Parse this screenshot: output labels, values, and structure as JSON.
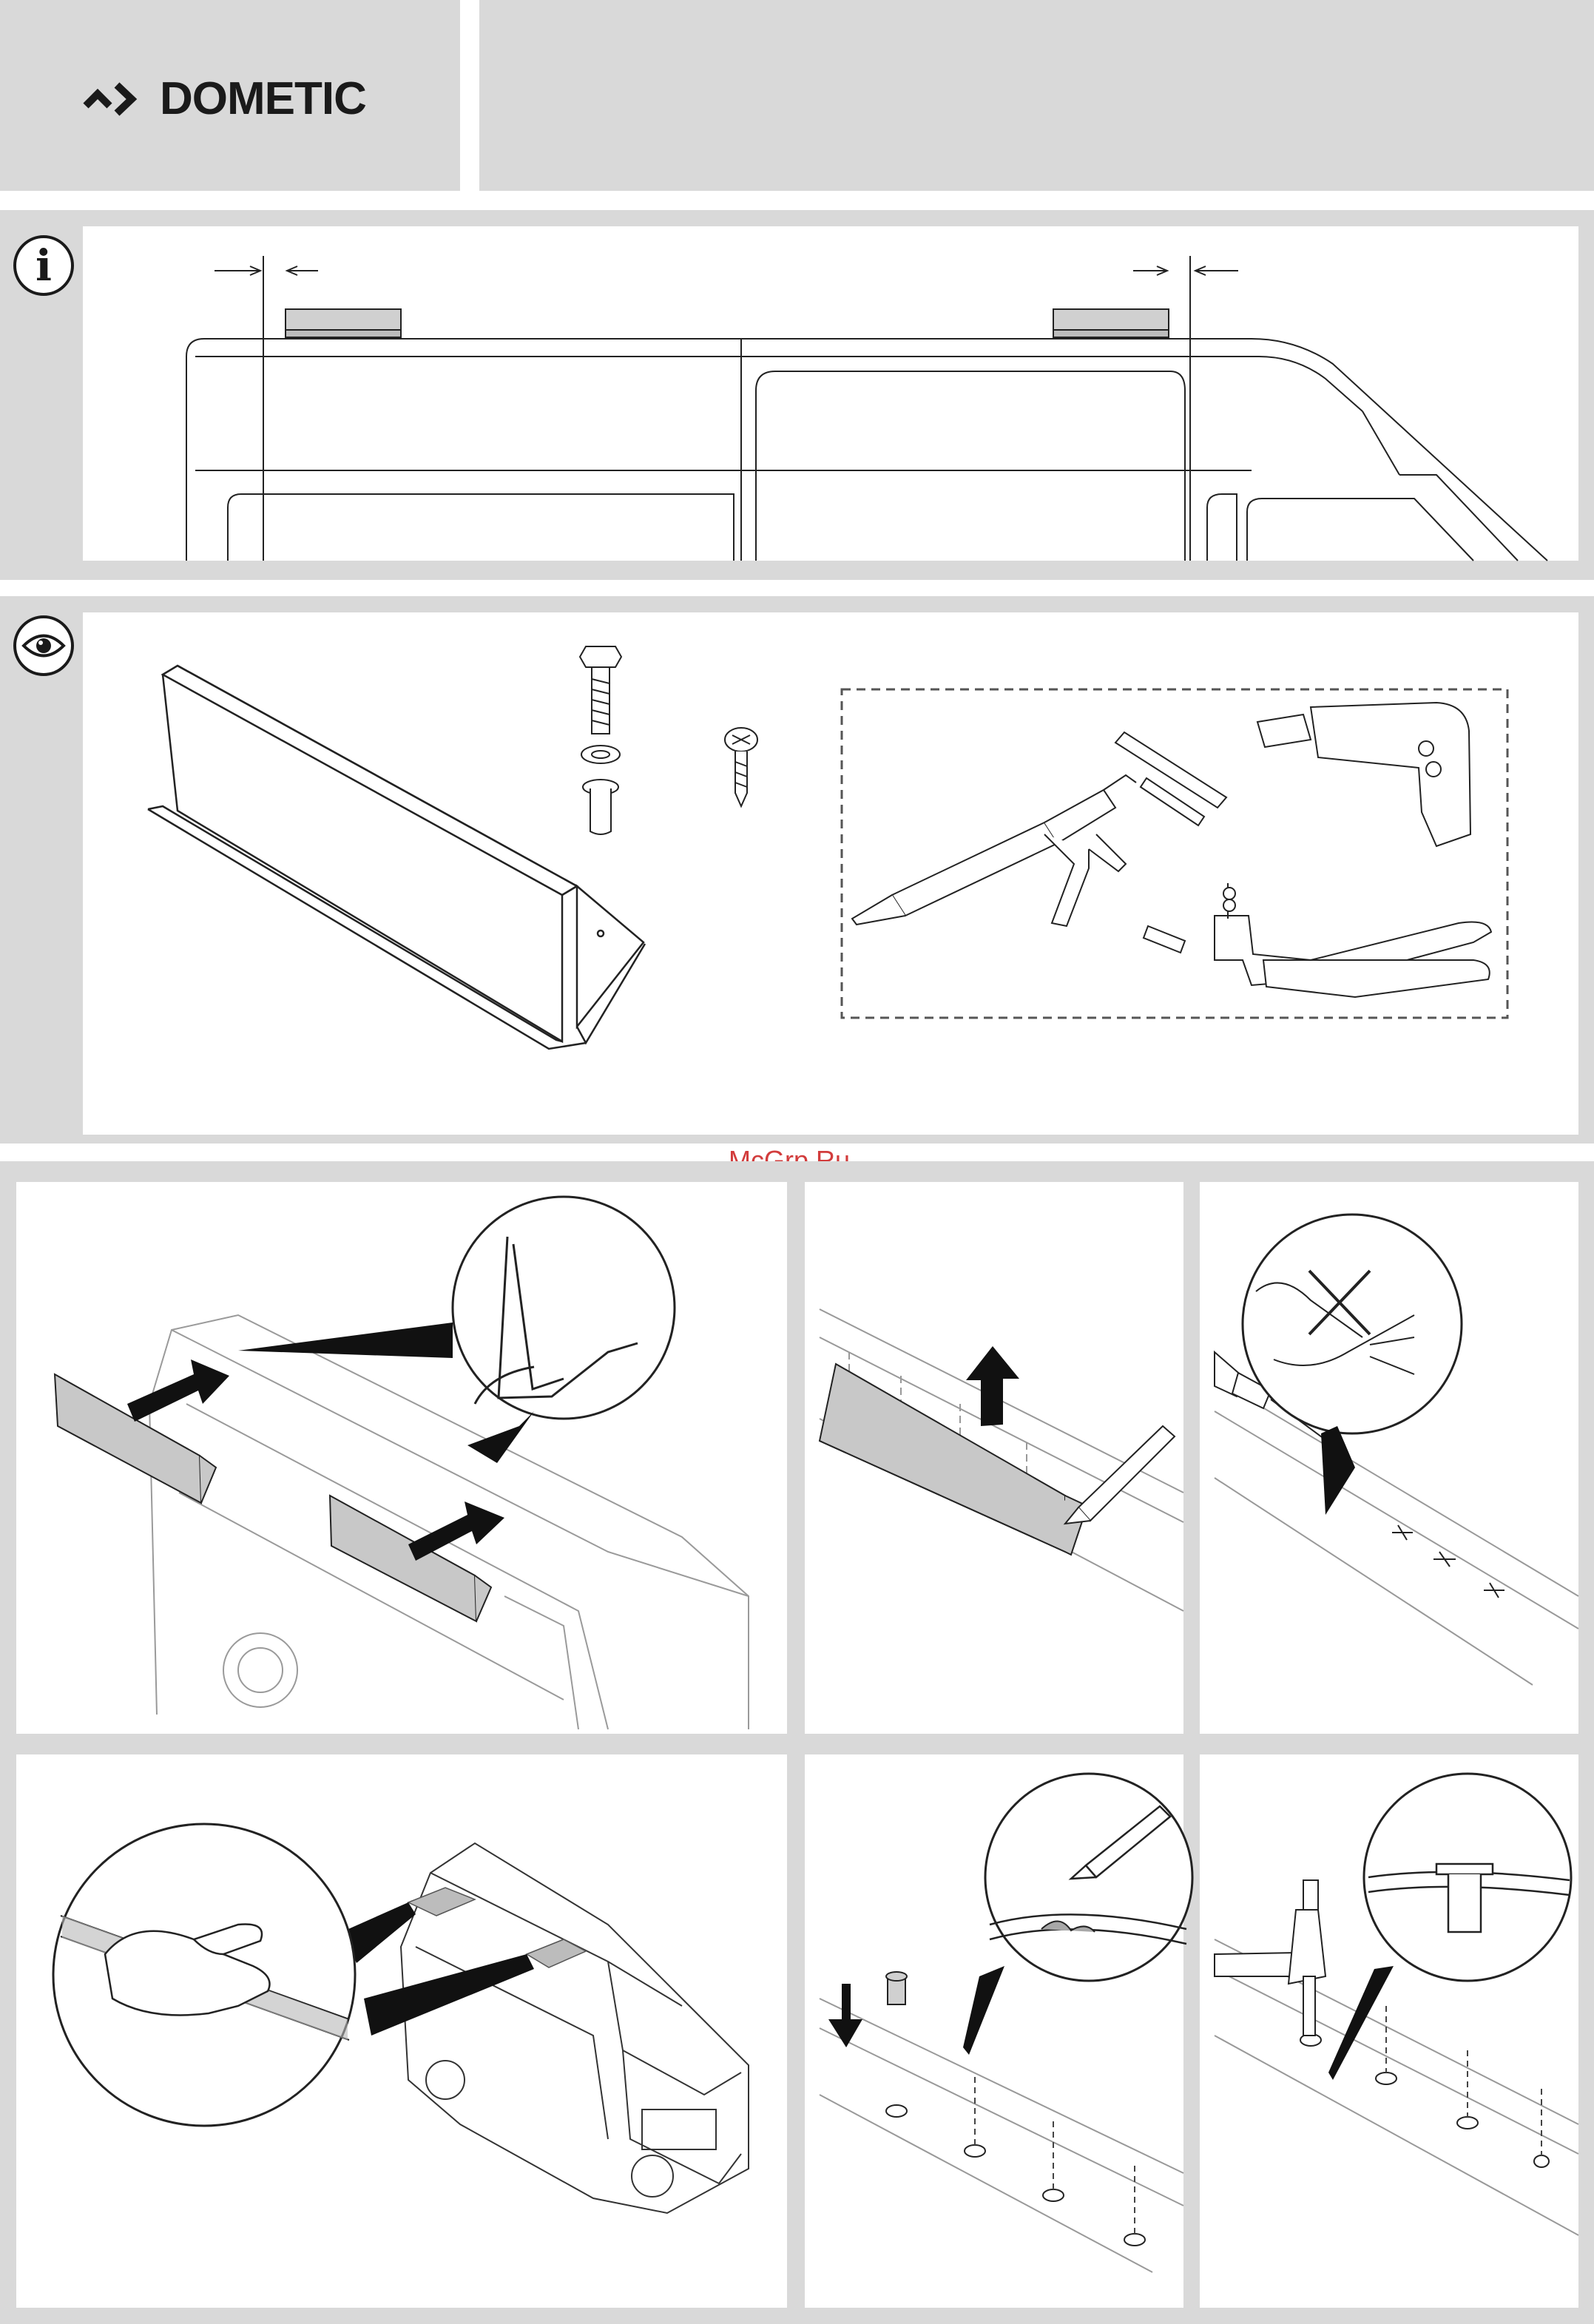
{
  "header": {
    "brand": "DOMETIC",
    "logo_icon": "dometic-chevron-logo",
    "background_color": "#d9d9d9"
  },
  "sections": {
    "info": {
      "icon": "info-icon",
      "symbol": "i"
    },
    "overview": {
      "icon": "eye-icon"
    }
  },
  "watermark": {
    "text": "McGrp.Ru",
    "color": "#d23c3c"
  },
  "steps": [
    {
      "name": "step-position-fairings"
    },
    {
      "name": "step-mark-holes"
    },
    {
      "name": "step-drill-holes"
    },
    {
      "name": "step-clean-roof"
    },
    {
      "name": "step-seal-holes"
    },
    {
      "name": "step-rivet-nuts"
    }
  ]
}
